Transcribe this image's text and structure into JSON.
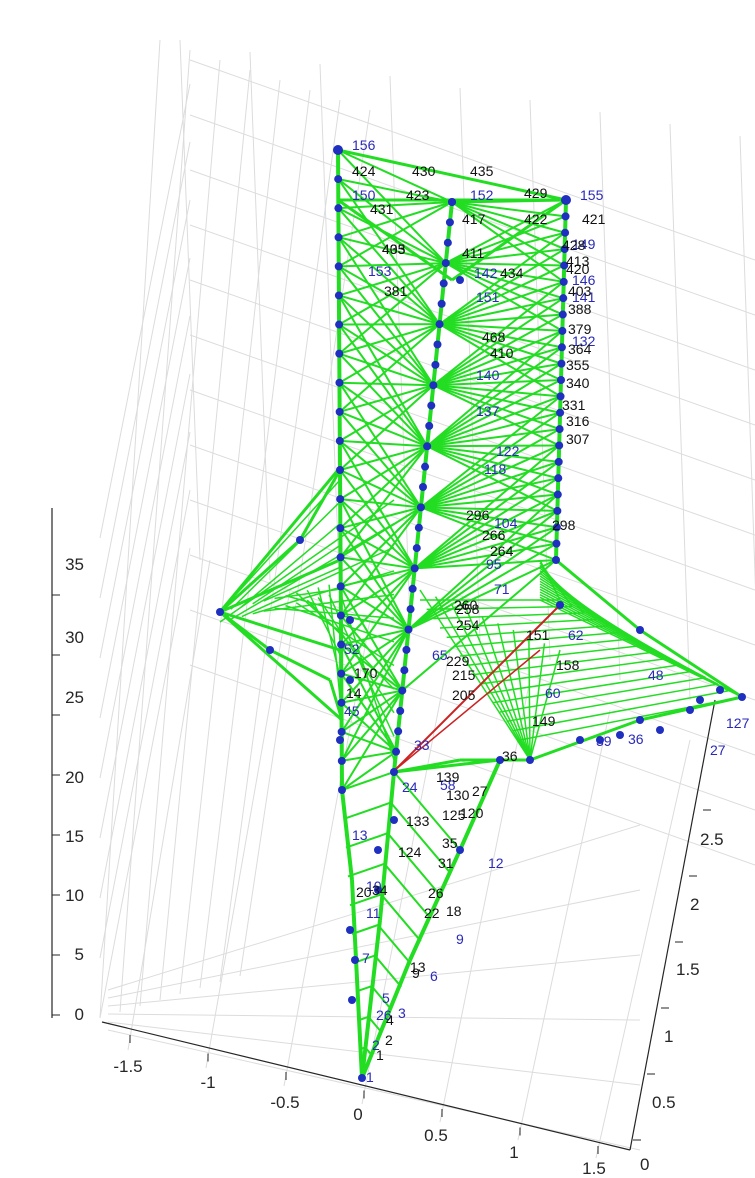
{
  "figure": {
    "background": "#ffffff",
    "grid": true,
    "grid_color": "#dcdcdc",
    "axis_color": "#262626",
    "mesh_edge_color": "#22dd22",
    "highlight_edge_color": "#cc2222",
    "node_color": "#1f2fbf",
    "node_label_color": "#2a2ab8",
    "element_label_color": "#111111"
  },
  "axes": {
    "z_ticks": [
      "0",
      "5",
      "10",
      "15",
      "20",
      "25",
      "30",
      "35"
    ],
    "x_ticks": [
      "-1.5",
      "-1",
      "-0.5",
      "0",
      "0.5",
      "1",
      "1.5"
    ],
    "y_ticks": [
      "0",
      "0.5",
      "1",
      "1.5",
      "2",
      "2.5"
    ]
  },
  "node_labels": [
    "1",
    "2",
    "3",
    "5",
    "6",
    "7",
    "9",
    "10",
    "11",
    "12",
    "13",
    "24",
    "26",
    "27",
    "33",
    "36",
    "39",
    "45",
    "48",
    "52",
    "58",
    "60",
    "62",
    "65",
    "71",
    "95",
    "104",
    "118",
    "122",
    "127",
    "132",
    "137",
    "140",
    "141",
    "142",
    "146",
    "149",
    "150",
    "151",
    "152",
    "153",
    "155",
    "156"
  ],
  "element_labels": [
    "1",
    "2",
    "4",
    "9",
    "13",
    "14",
    "18",
    "20",
    "22",
    "26",
    "27",
    "31",
    "34",
    "35",
    "36",
    "120",
    "124",
    "125",
    "130",
    "133",
    "139",
    "149",
    "151",
    "158",
    "170",
    "205",
    "215",
    "229",
    "254",
    "258",
    "260",
    "264",
    "266",
    "296",
    "298",
    "307",
    "316",
    "331",
    "340",
    "355",
    "364",
    "379",
    "381",
    "388",
    "403",
    "405",
    "410",
    "411",
    "413",
    "417",
    "420",
    "421",
    "422",
    "423",
    "424",
    "428",
    "429",
    "430",
    "431",
    "433",
    "434",
    "435",
    "468"
  ]
}
